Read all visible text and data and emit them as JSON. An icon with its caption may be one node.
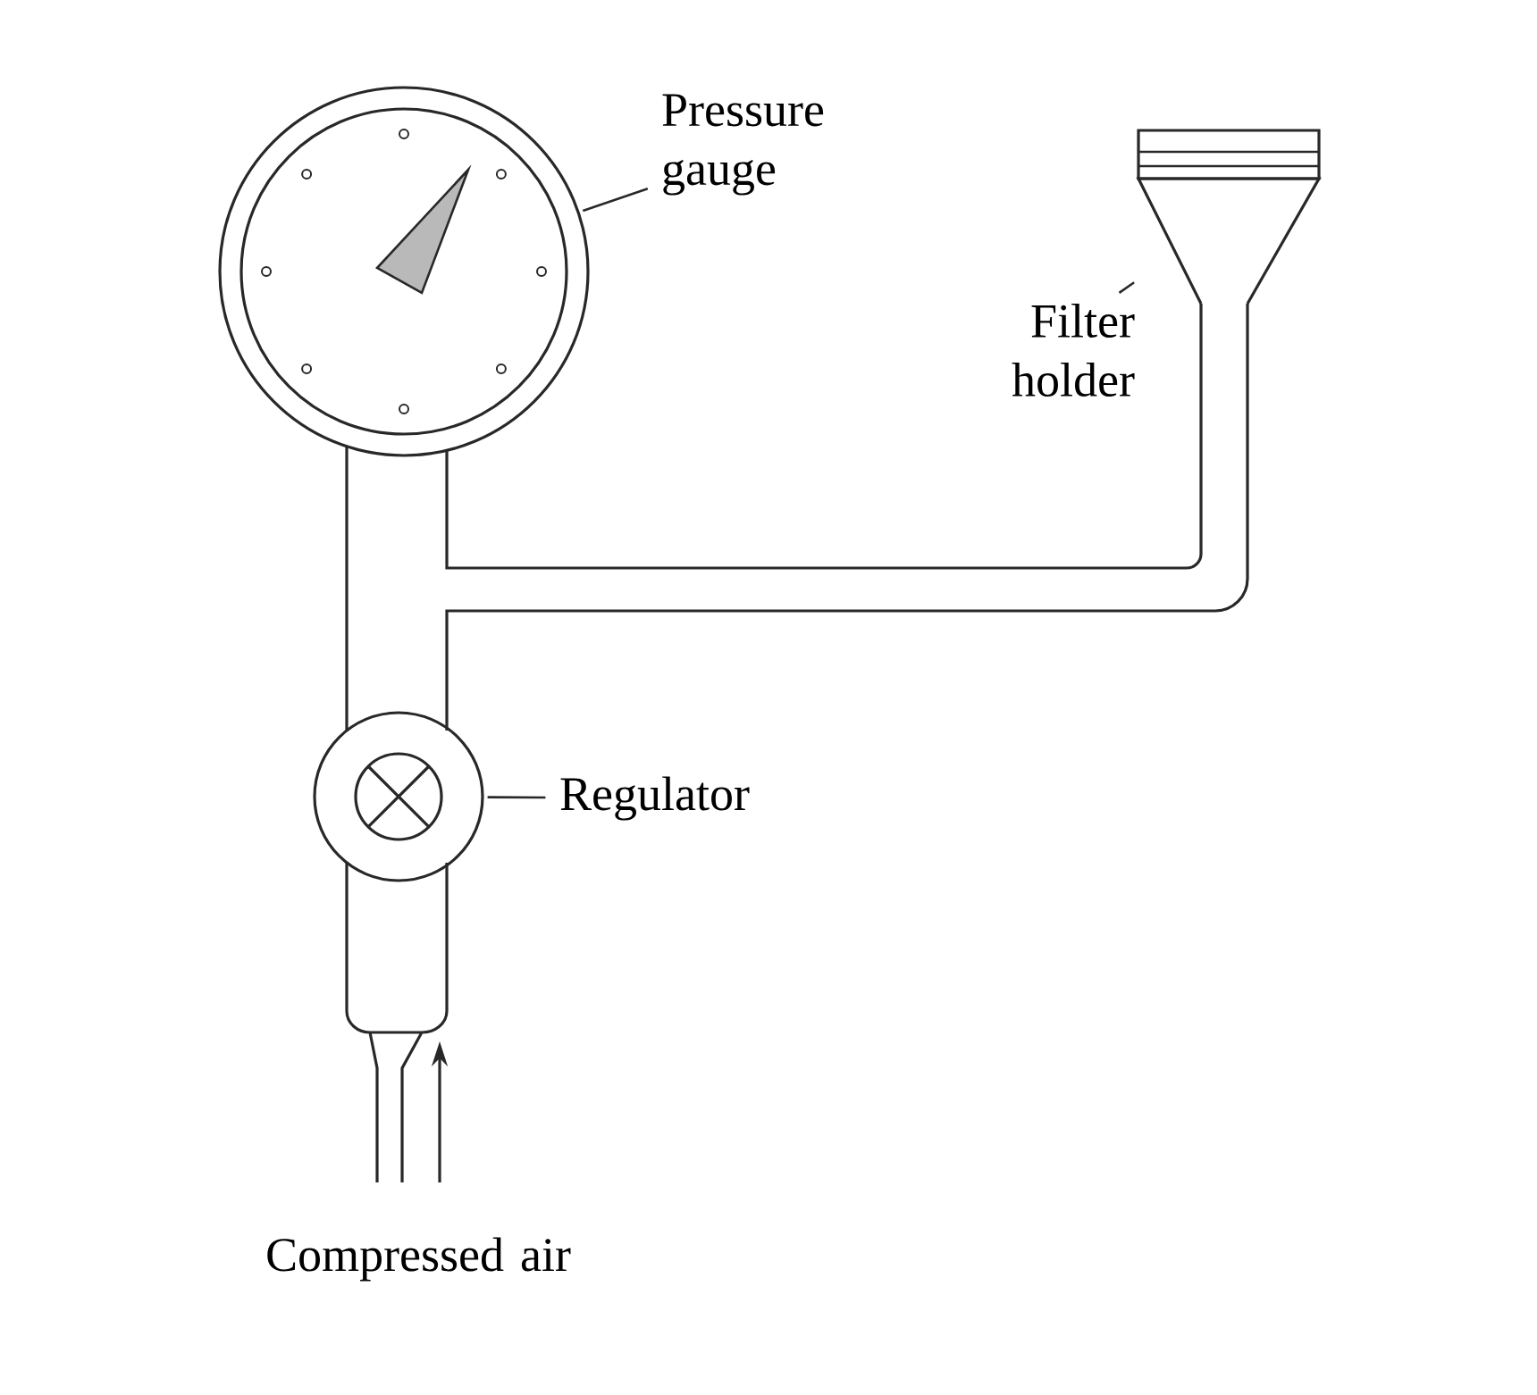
{
  "diagram": {
    "nodes": [
      {
        "text": [
          "Pressure gauge"
        ]
      },
      {
        "text": [],
        "shape": "circle"
      },
      {
        "text": [
          "Filter holder"
        ]
      },
      {
        "text": [],
        "shape": "funnel"
      },
      {
        "text": [
          "Regulator"
        ]
      },
      {
        "text": [],
        "shape": "circle"
      },
      {
        "text": [
          "Compressed air"
        ]
      }
    ],
    "edges": [
      {
        "from": 0,
        "to": 1,
        "arrow": "none"
      },
      {
        "from": 2,
        "to": 3,
        "arrow": "none"
      },
      {
        "from": 4,
        "to": 5,
        "arrow": "none"
      }
    ]
  }
}
